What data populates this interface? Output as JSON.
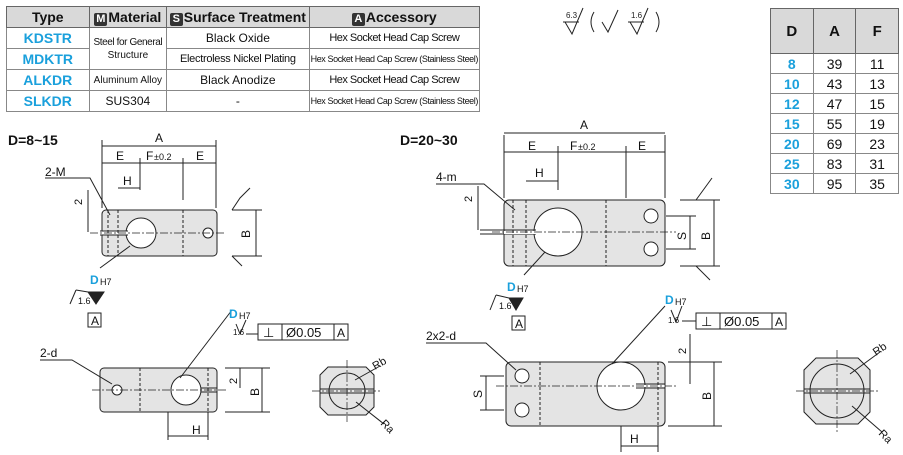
{
  "spec_table": {
    "headers": {
      "type": "Type",
      "material_badge": "M",
      "material": "Material",
      "surface_badge": "S",
      "surface": "Surface Treatment",
      "accessory_badge": "A",
      "accessory": "Accessory"
    },
    "rows": [
      {
        "type": "KDSTR",
        "surface": "Black Oxide",
        "accessory": "Hex Socket Head Cap Screw"
      },
      {
        "type": "MDKTR",
        "surface": "Electroless Nickel Plating",
        "accessory": "Hex Socket Head Cap Screw (Stainless Steel)"
      },
      {
        "type": "ALKDR",
        "material": "Aluminum Alloy",
        "surface": "Black Anodize",
        "accessory": "Hex Socket Head Cap Screw"
      },
      {
        "type": "SLKDR",
        "material": "SUS304",
        "surface": "-",
        "accessory": "Hex Socket Head Cap Screw (Stainless Steel)"
      }
    ],
    "steel_material_line1": "Steel for General",
    "steel_material_line2": "Structure"
  },
  "finish_symbol": {
    "rough": "6.3",
    "fine": "1.6"
  },
  "dim_table": {
    "headers": [
      "D",
      "A",
      "F"
    ],
    "rows": [
      [
        "8",
        "39",
        "11"
      ],
      [
        "10",
        "43",
        "13"
      ],
      [
        "12",
        "47",
        "15"
      ],
      [
        "15",
        "55",
        "19"
      ],
      [
        "20",
        "69",
        "23"
      ],
      [
        "25",
        "83",
        "31"
      ],
      [
        "30",
        "95",
        "35"
      ]
    ]
  },
  "drawing_labels": {
    "range_small": "D=8~15",
    "range_large": "D=20~30",
    "A": "A",
    "E": "E",
    "F": "F",
    "F_tol": "±0.2",
    "H": "H",
    "B": "B",
    "S": "S",
    "two": "2",
    "two_M": "2-M",
    "four_m": "4-m",
    "two_d": "2-d",
    "two_x_two_d": "2x2-d",
    "D": "D",
    "H7": "H7",
    "finish": "1.6",
    "datum": "A",
    "perp": "⊥",
    "tol": "Ø0.05",
    "Ra": "Ra",
    "Rb": "Rb"
  },
  "colors": {
    "accent": "#1aa0dc",
    "part_fill": "#e4e4e4",
    "header_fill": "#d9d9d9"
  }
}
